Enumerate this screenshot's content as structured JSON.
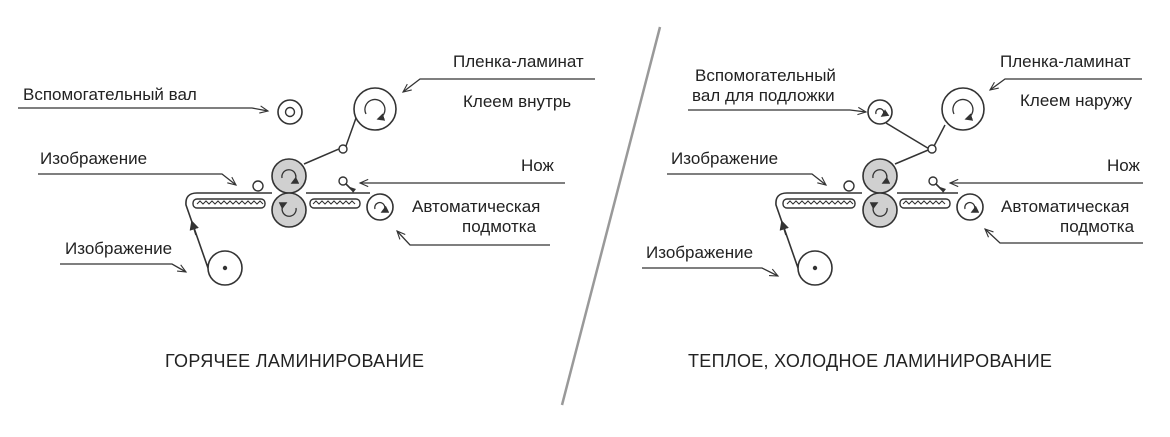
{
  "colors": {
    "line": "#333333",
    "heated_roller": "#d0d0d0",
    "divider": "#999999",
    "text": "#222222"
  },
  "left_panel": {
    "caption": "ГОРЯЧЕЕ ЛАМИНИРОВАНИЕ",
    "label_aux_roller": "Вспомогательный вал",
    "label_film_line1": "Пленка-ламинат",
    "label_film_line2": "Клеем внутрь",
    "label_image_top": "Изображение",
    "label_knife": "Нож",
    "label_rewind_line1": "Автоматическая",
    "label_rewind_line2": "подмотка",
    "label_image_bottom": "Изображение"
  },
  "right_panel": {
    "caption": "ТЕПЛОЕ, ХОЛОДНОЕ ЛАМИНИРОВАНИЕ",
    "label_aux_roller_line1": "Вспомогательный",
    "label_aux_roller_line2": "вал для подложки",
    "label_film_line1": "Пленка-ламинат",
    "label_film_line2": "Клеем наружу",
    "label_image_top": "Изображение",
    "label_knife": "Нож",
    "label_rewind_line1": "Автоматическая",
    "label_rewind_line2": "подмотка",
    "label_image_bottom": "Изображение"
  }
}
